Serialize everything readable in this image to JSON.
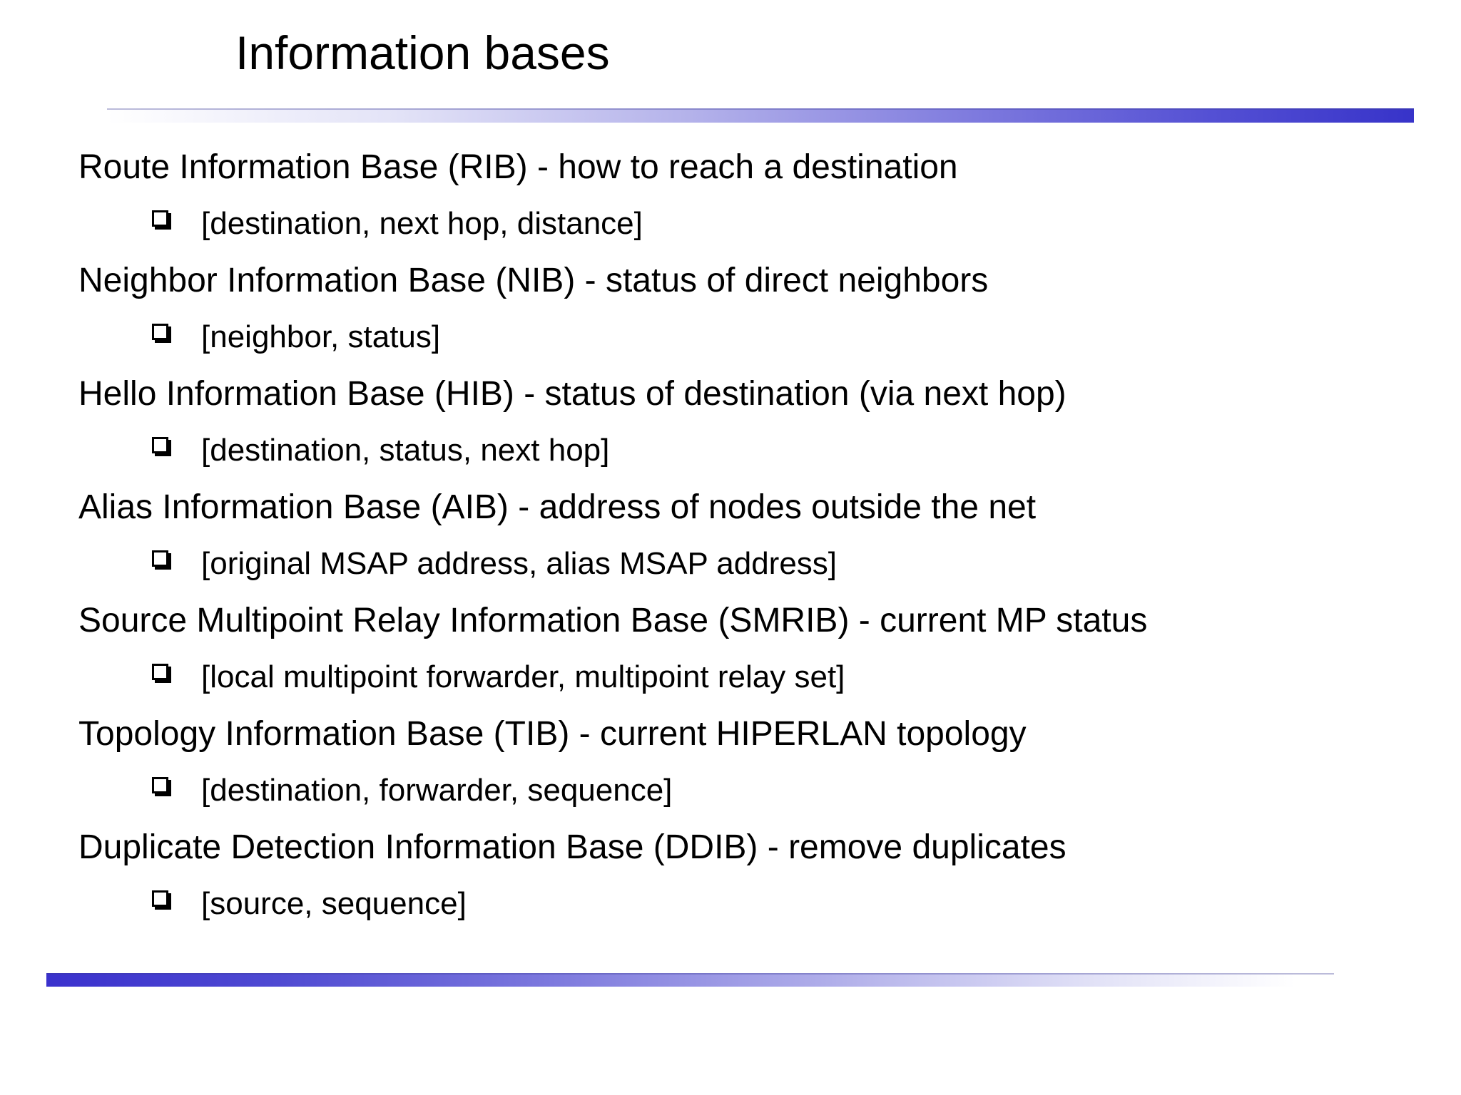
{
  "slide": {
    "title": "Information bases",
    "colors": {
      "background": "#ffffff",
      "text": "#000000",
      "divider_blue_strong": "#3733c9",
      "divider_blue_mid": "#5551d4",
      "divider_fade": "#ffffff"
    },
    "items": [
      {
        "heading": "Route Information Base (RIB) - how to reach a destination",
        "detail": "[destination, next hop, distance]"
      },
      {
        "heading": "Neighbor Information Base (NIB) - status of direct neighbors",
        "detail": "[neighbor, status]"
      },
      {
        "heading": "Hello Information Base (HIB) - status of destination (via next hop)",
        "detail": "[destination, status, next hop]"
      },
      {
        "heading": "Alias Information Base (AIB) - address of nodes outside the net",
        "detail": "[original MSAP address, alias MSAP address]"
      },
      {
        "heading": "Source Multipoint Relay Information Base (SMRIB) - current MP status",
        "detail": "[local multipoint forwarder, multipoint relay set]"
      },
      {
        "heading": "Topology Information Base (TIB) - current HIPERLAN topology",
        "detail": "[destination, forwarder, sequence]"
      },
      {
        "heading": "Duplicate Detection Information Base (DDIB) - remove duplicates",
        "detail": "[source, sequence]"
      }
    ]
  }
}
